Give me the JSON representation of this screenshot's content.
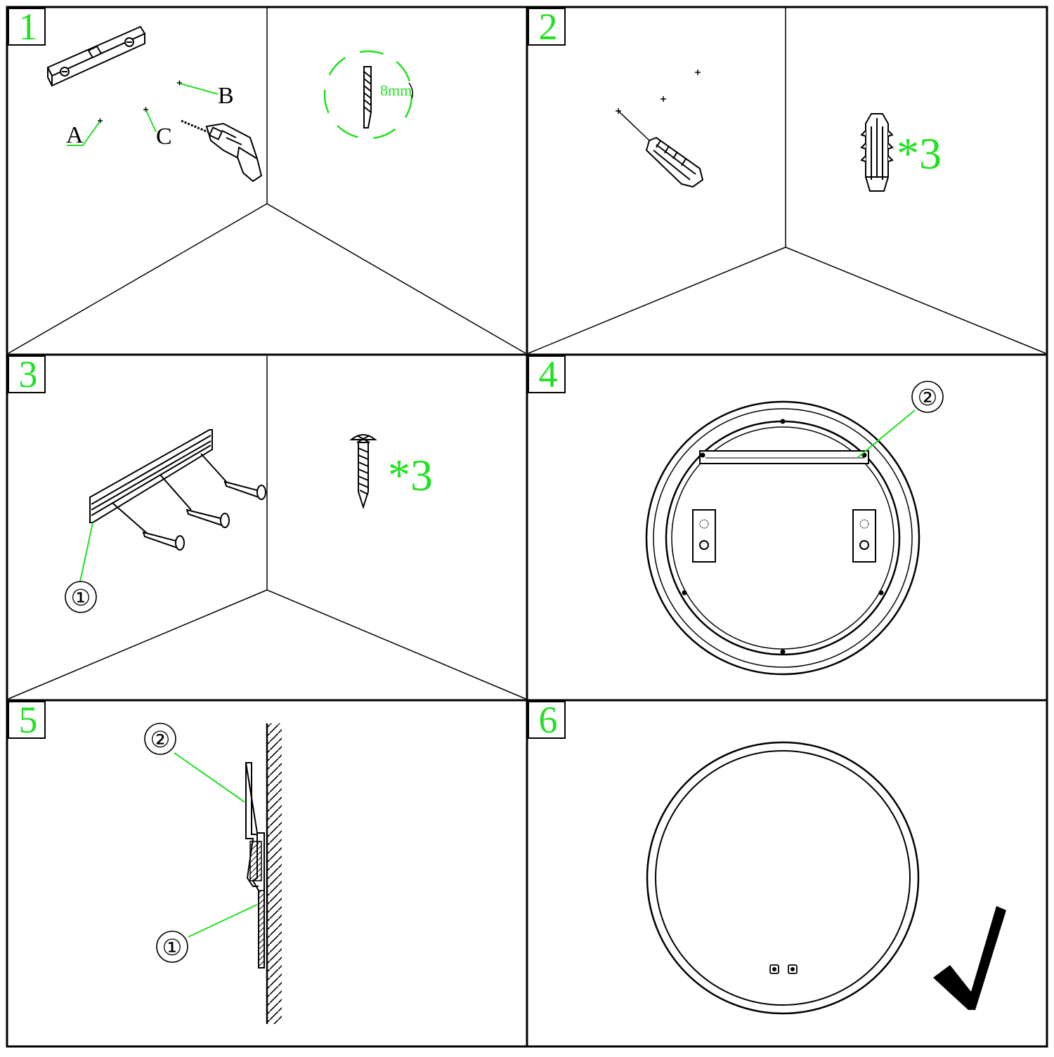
{
  "colors": {
    "accent": "#22e022",
    "line": "#000000",
    "background": "#ffffff"
  },
  "steps": [
    {
      "number": "1",
      "labels": {
        "a": "A",
        "b": "B",
        "c": "C",
        "drill_size": "8mm"
      },
      "icons": [
        "spirit-level-icon",
        "power-drill-icon",
        "drill-bit-icon"
      ]
    },
    {
      "number": "2",
      "quantity": "*3",
      "icons": [
        "wall-anchor-icon"
      ]
    },
    {
      "number": "3",
      "quantity": "*3",
      "callout": "①",
      "icons": [
        "mounting-rail-icon",
        "screw-icon"
      ]
    },
    {
      "number": "4",
      "callout": "②",
      "icons": [
        "round-mirror-back-icon"
      ]
    },
    {
      "number": "5",
      "callouts": [
        "②",
        "①"
      ],
      "icons": [
        "wall-section-icon"
      ]
    },
    {
      "number": "6",
      "icons": [
        "round-mirror-icon",
        "checkmark-icon"
      ]
    }
  ]
}
